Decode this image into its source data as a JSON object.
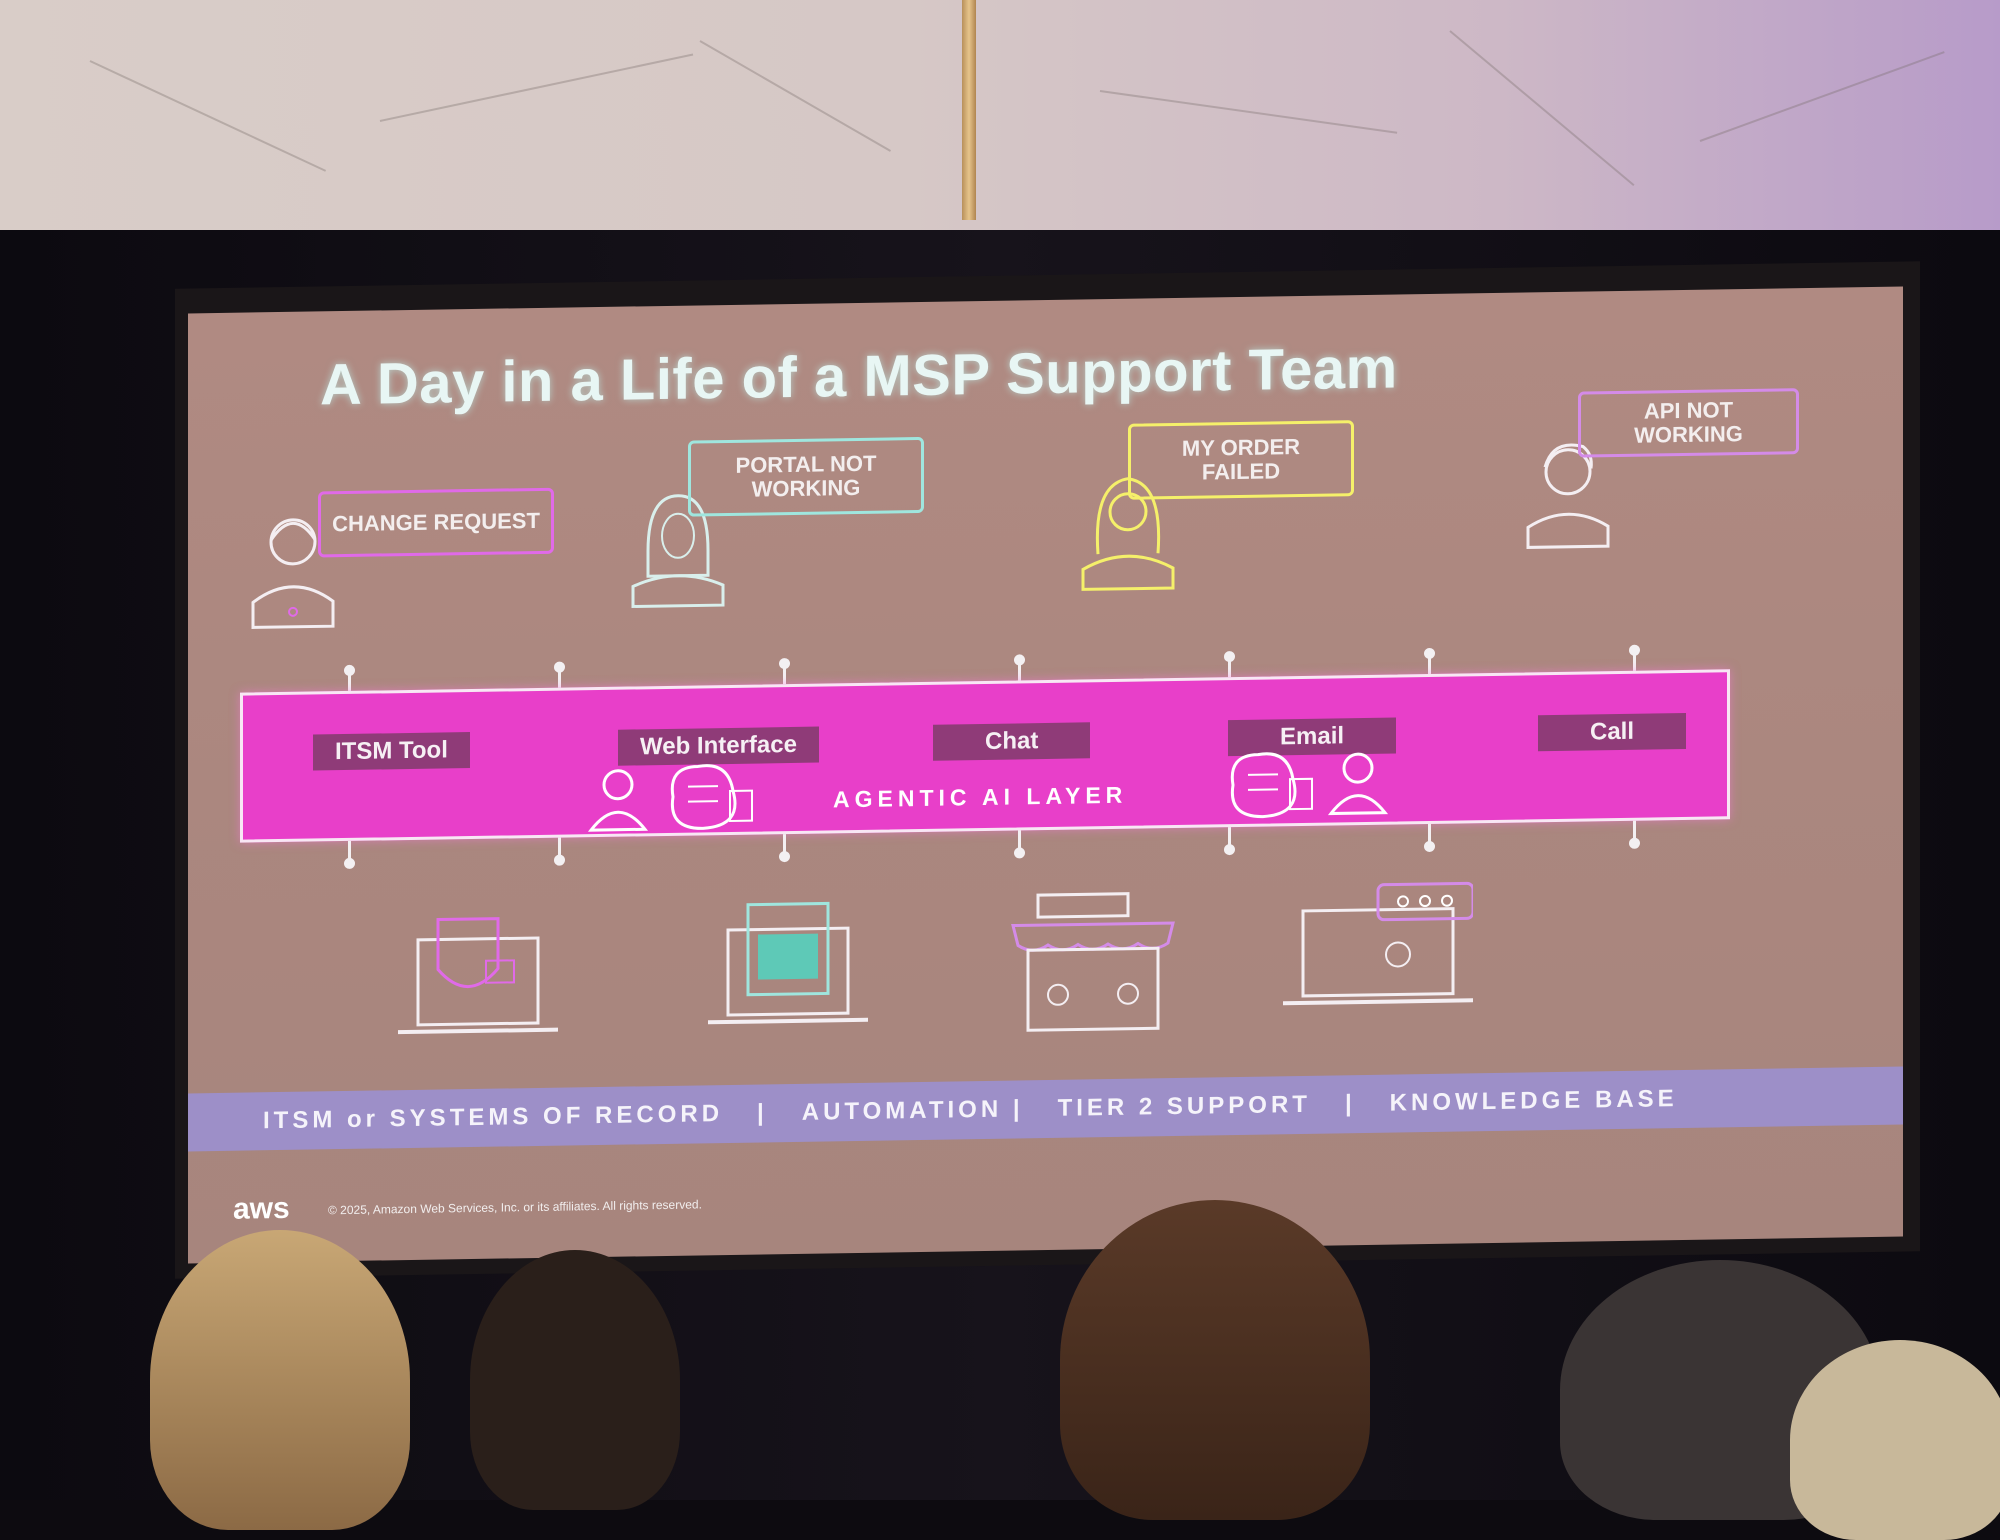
{
  "slide": {
    "title": "A Day in a Life of a MSP Support Team",
    "personas": [
      {
        "label": "CHANGE REQUEST",
        "color": "#e06ae8",
        "icon": "woman-headset-icon"
      },
      {
        "label": "PORTAL NOT\nWORKING",
        "color": "#9fe6de",
        "icon": "woman-hijab-icon"
      },
      {
        "label": "MY ORDER\nFAILED",
        "color": "#f5f06a",
        "icon": "woman-long-hair-icon"
      },
      {
        "label": "API NOT\nWORKING",
        "color": "#d48be8",
        "icon": "man-icon"
      }
    ],
    "channels": [
      "ITSM Tool",
      "Web Interface",
      "Chat",
      "Email",
      "Call"
    ],
    "layer_label": "AGENTIC AI LAYER",
    "tools": [
      {
        "icon": "laptop-shield-icon"
      },
      {
        "icon": "laptop-spreadsheet-icon"
      },
      {
        "icon": "storefront-support-icon"
      },
      {
        "icon": "laptop-chat-agent-icon"
      }
    ],
    "footer": [
      "ITSM or SYSTEMS OF RECORD",
      "|",
      "AUTOMATION |",
      "TIER 2 SUPPORT",
      "|",
      "KNOWLEDGE BASE"
    ],
    "brand": "aws",
    "copyright": "© 2025, Amazon Web Services, Inc. or its affiliates. All rights reserved."
  },
  "colors": {
    "layer": "#e83fc9",
    "channel_tab": "#8f3b78",
    "footer_bar": "#9d8fc8",
    "screen": "#ab877f"
  }
}
